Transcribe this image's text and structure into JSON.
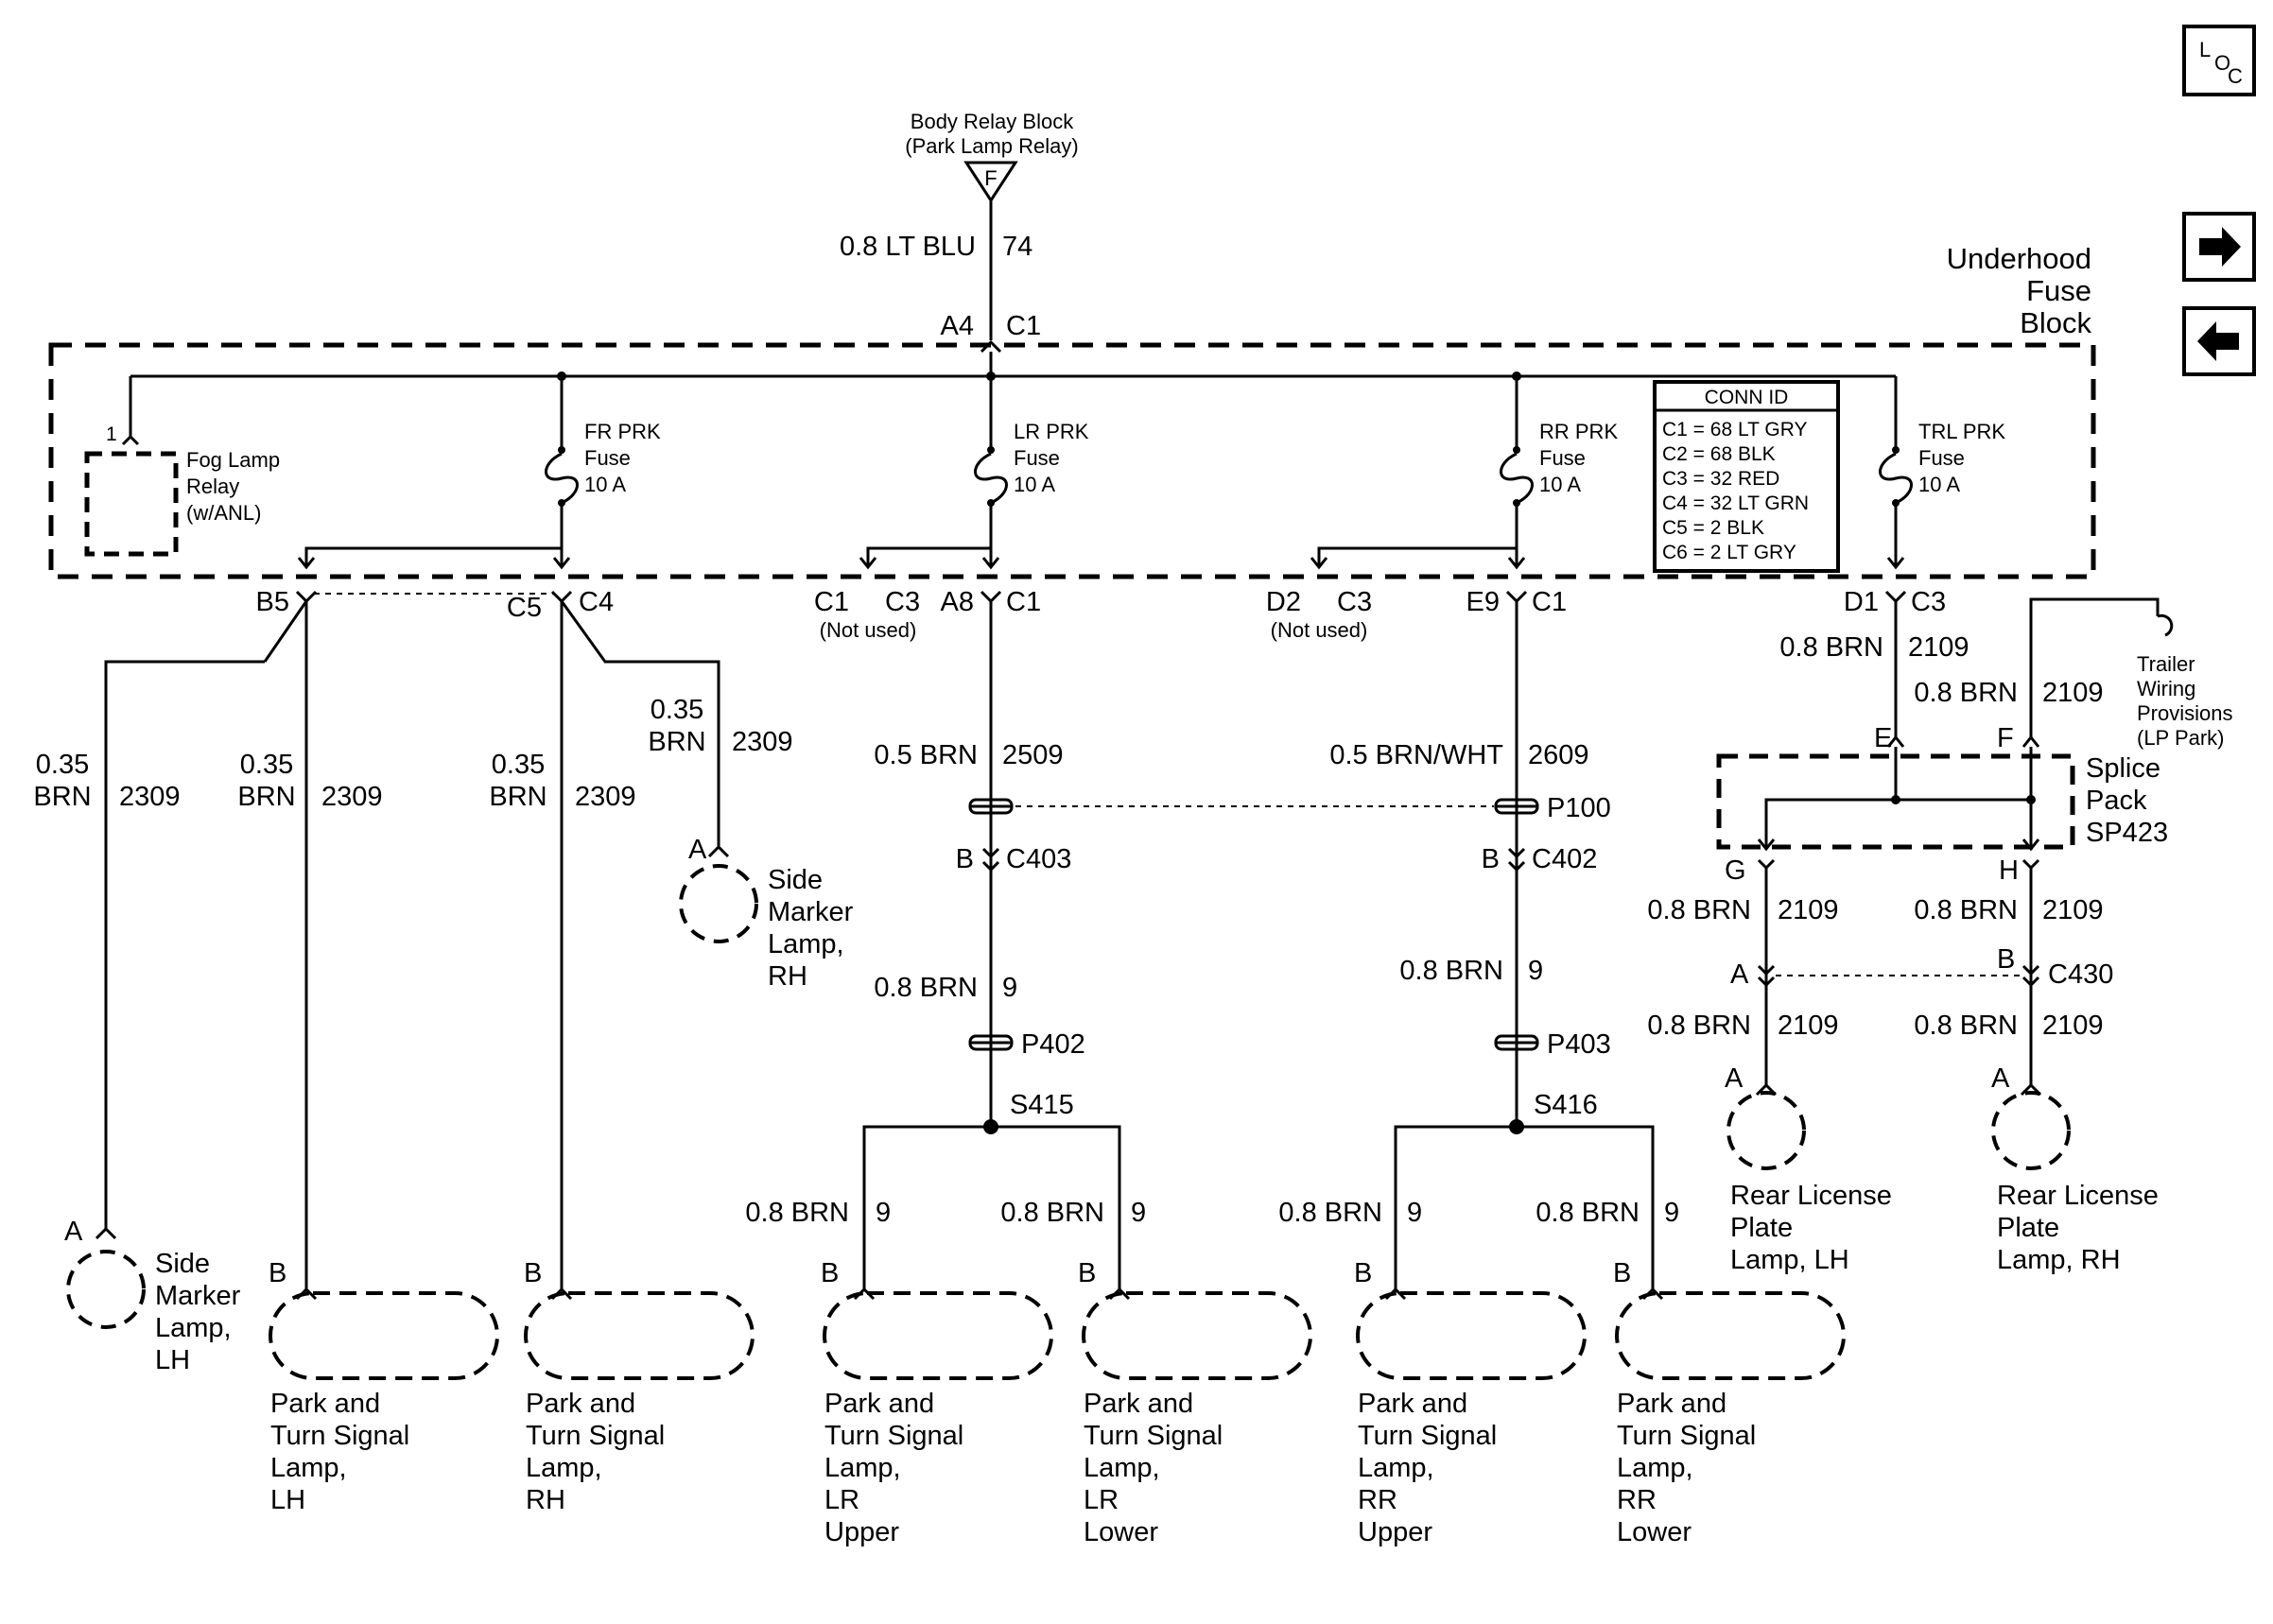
{
  "relay_top": {
    "title": "Body Relay Block",
    "subtitle": "(Park Lamp Relay)",
    "pin": "F"
  },
  "feed": {
    "wire": "0.8 LT BLU",
    "circuit": "74",
    "pin": "A4",
    "conn": "C1"
  },
  "fuse_block": {
    "line1": "Underhood",
    "line2": "Fuse",
    "line3": "Block"
  },
  "fog_relay": {
    "pin": "1",
    "line1": "Fog Lamp",
    "line2": "Relay",
    "line3": "(w/ANL)"
  },
  "fuses": [
    {
      "name": "FR PRK",
      "word": "Fuse",
      "rating": "10 A"
    },
    {
      "name": "LR PRK",
      "word": "Fuse",
      "rating": "10 A"
    },
    {
      "name": "RR PRK",
      "word": "Fuse",
      "rating": "10 A"
    },
    {
      "name": "TRL PRK",
      "word": "Fuse",
      "rating": "10 A"
    }
  ],
  "conn_id": {
    "title": "CONN ID",
    "rows": [
      "C1 = 68 LT GRY",
      "C2 = 68 BLK",
      "C3 = 32 RED",
      "C4 = 32 LT GRN",
      "C5 = 2 BLK",
      "C6 = 2 LT GRY"
    ]
  },
  "outputs": {
    "b5": "B5",
    "c5": "C5",
    "c4": "C4",
    "c1a": "C1",
    "c3a": "C3",
    "a8": "A8",
    "c1b": "C1",
    "d2": "D2",
    "c3b": "C3",
    "e9": "E9",
    "c1c": "C1",
    "d1": "D1",
    "c3c": "C3",
    "not_used": "(Not used)"
  },
  "wires": {
    "w035": "0.35",
    "brn": "BRN",
    "c2309": "2309",
    "lr_wire": "0.5 BRN",
    "lr_circ": "2509",
    "rr_wire": "0.5 BRN/WHT",
    "rr_circ": "2609",
    "brn08": "0.8 BRN",
    "c9": "9",
    "c2109": "2109"
  },
  "connectors": {
    "p100": "P100",
    "c403": "C403",
    "c402": "C402",
    "b": "B",
    "p402": "P402",
    "p403": "P403",
    "s415": "S415",
    "s416": "S416",
    "c430": "C430",
    "a": "A",
    "e": "E",
    "f": "F",
    "g": "G",
    "h": "H"
  },
  "splice": {
    "line1": "Splice",
    "line2": "Pack",
    "line3": "SP423"
  },
  "trailer": {
    "line1": "Trailer",
    "line2": "Wiring",
    "line3": "Provisions",
    "line4": "(LP Park)"
  },
  "lamps": {
    "side_rh": [
      "Side",
      "Marker",
      "Lamp,",
      "RH"
    ],
    "side_lh": [
      "Side",
      "Marker",
      "Lamp,",
      "LH"
    ],
    "pt_lh": [
      "Park and",
      "Turn Signal",
      "Lamp,",
      "LH"
    ],
    "pt_rh": [
      "Park and",
      "Turn Signal",
      "Lamp,",
      "RH"
    ],
    "pt_lr_up": [
      "Park and",
      "Turn Signal",
      "Lamp,",
      "LR",
      "Upper"
    ],
    "pt_lr_lo": [
      "Park and",
      "Turn Signal",
      "Lamp,",
      "LR",
      "Lower"
    ],
    "pt_rr_up": [
      "Park and",
      "Turn Signal",
      "Lamp,",
      "RR",
      "Upper"
    ],
    "pt_rr_lo": [
      "Park and",
      "Turn Signal",
      "Lamp,",
      "RR",
      "Lower"
    ],
    "lic_lh": [
      "Rear License",
      "Plate",
      "Lamp, LH"
    ],
    "lic_rh": [
      "Rear License",
      "Plate",
      "Lamp, RH"
    ]
  },
  "nav": {
    "loc_l": "L",
    "loc_o": "O",
    "loc_c": "C",
    "fwd_icon": "arrow-right-icon",
    "back_icon": "arrow-left-icon"
  }
}
